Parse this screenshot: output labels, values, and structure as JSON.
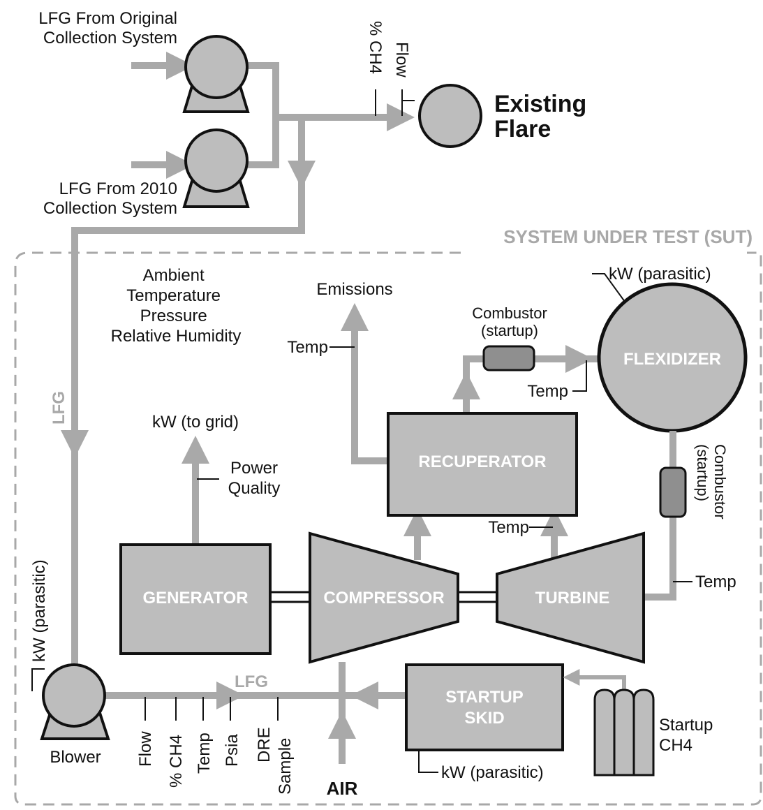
{
  "colors": {
    "pipe": "#a9a9a9",
    "component_fill": "#bdbdbd",
    "outline": "#111111",
    "sut_border": "#a8a8a8",
    "combustor_fill": "#8f8f8f",
    "component_text": "#ffffff"
  },
  "inputs": {
    "original_line1": "LFG From Original",
    "original_line2": "Collection System",
    "new_line1": "LFG From 2010",
    "new_line2": "Collection System"
  },
  "flare": {
    "line1": "Existing",
    "line2": "Flare",
    "ch4": "% CH4",
    "flow": "Flow"
  },
  "sut_label": "SYSTEM UNDER TEST (SUT)",
  "ambient": [
    "Ambient",
    "Temperature",
    "Pressure",
    "Relative Humidity"
  ],
  "lfg_pipe_label": "LFG",
  "lfg_low_label": "LFG",
  "components": {
    "generator": "GENERATOR",
    "compressor": "COMPRESSOR",
    "turbine": "TURBINE",
    "recuperator": "RECUPERATOR",
    "flexidizer": "FLEXIDIZER",
    "startup_line1": "STARTUP",
    "startup_line2": "SKID"
  },
  "labels": {
    "emissions": "Emissions",
    "temp": "Temp",
    "combustor": "Combustor",
    "startup_paren": "(startup)",
    "kw_parasitic": "kW (parasitic)",
    "kw_grid": "kW (to grid)",
    "power": "Power",
    "quality": "Quality",
    "blower": "Blower",
    "air": "AIR",
    "startup_ch4_1": "Startup",
    "startup_ch4_2": "CH4"
  },
  "instruments": {
    "flow": "Flow",
    "ch4": "% CH4",
    "temp": "Temp",
    "psia": "Psia",
    "dre": "DRE",
    "sample": "Sample"
  }
}
